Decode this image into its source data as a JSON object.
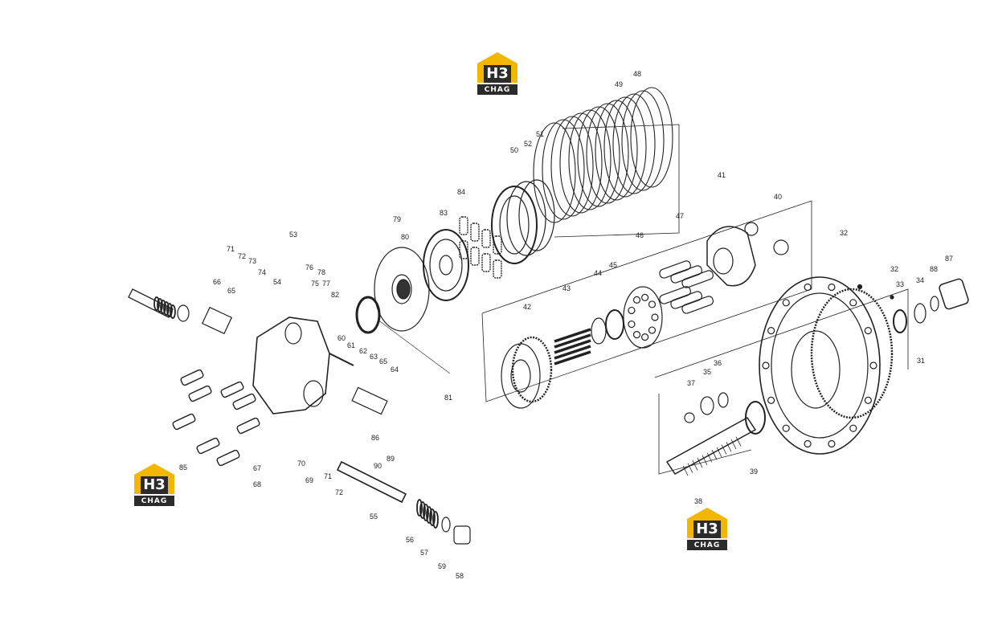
{
  "brand": {
    "logo_main": "H3",
    "logo_sub": "CHAG",
    "colors": {
      "yellow": "#f2b705",
      "dark": "#2b2b2b"
    }
  },
  "callouts": [
    "48",
    "49",
    "50",
    "52",
    "51",
    "84",
    "79",
    "83",
    "80",
    "41",
    "40",
    "47",
    "46",
    "45",
    "44",
    "43",
    "42",
    "53",
    "71",
    "72",
    "73",
    "74",
    "54",
    "76",
    "75",
    "78",
    "77",
    "82",
    "66",
    "65",
    "60",
    "61",
    "62",
    "63",
    "65",
    "64",
    "86",
    "89",
    "90",
    "81",
    "32",
    "32",
    "33",
    "34",
    "88",
    "87",
    "31",
    "37",
    "35",
    "36",
    "39",
    "38",
    "85",
    "67",
    "68",
    "70",
    "69",
    "71",
    "72",
    "55",
    "56",
    "57",
    "59",
    "58"
  ]
}
